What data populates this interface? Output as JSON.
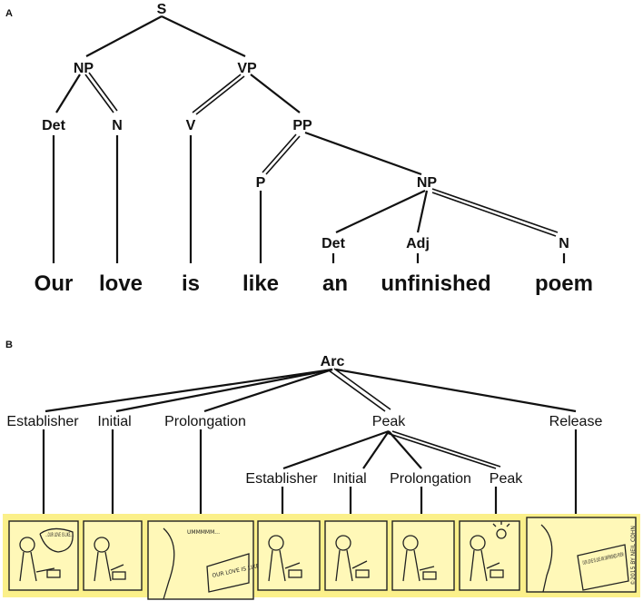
{
  "panel_a": {
    "tag": "A",
    "nodes": {
      "s": "S",
      "np": "NP",
      "vp": "VP",
      "det": "Det",
      "n": "N",
      "v": "V",
      "pp": "PP",
      "p": "P",
      "np2": "NP",
      "det2": "Det",
      "adj": "Adj",
      "n2": "N"
    },
    "words": [
      "Our",
      "love",
      "is",
      "like",
      "an",
      "unfinished",
      "poem"
    ]
  },
  "panel_b": {
    "tag": "B",
    "root": "Arc",
    "level1": [
      "Establisher",
      "Initial",
      "Prolongation",
      "Peak",
      "Release"
    ],
    "level2": [
      "Establisher",
      "Initial",
      "Prolongation",
      "Peak"
    ],
    "comic": {
      "bubble1": "...OUR LOVE IS LIKE...",
      "bubble3": "UMMMMM...",
      "paper3": "OUR LOVE IS LIKE",
      "paper8": "OUR LOVE IS LIKE AN UNFINISHED POEM",
      "credit": "©2015 BY NEIL COHN"
    }
  }
}
